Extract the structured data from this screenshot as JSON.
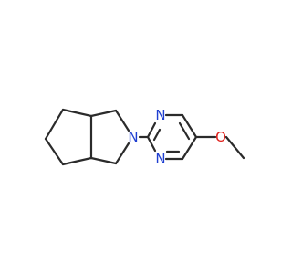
{
  "molecule": {
    "atoms": {
      "n_pyrrolidine": {
        "symbol": "N",
        "color": "#1f3fd1"
      },
      "n_pyrimidine_top": {
        "symbol": "N",
        "color": "#1f3fd1"
      },
      "n_pyrimidine_bottom": {
        "symbol": "N",
        "color": "#1f3fd1"
      },
      "o_methoxy": {
        "symbol": "O",
        "color": "#e0211c"
      }
    },
    "bond_color": "#2b2b2b"
  }
}
